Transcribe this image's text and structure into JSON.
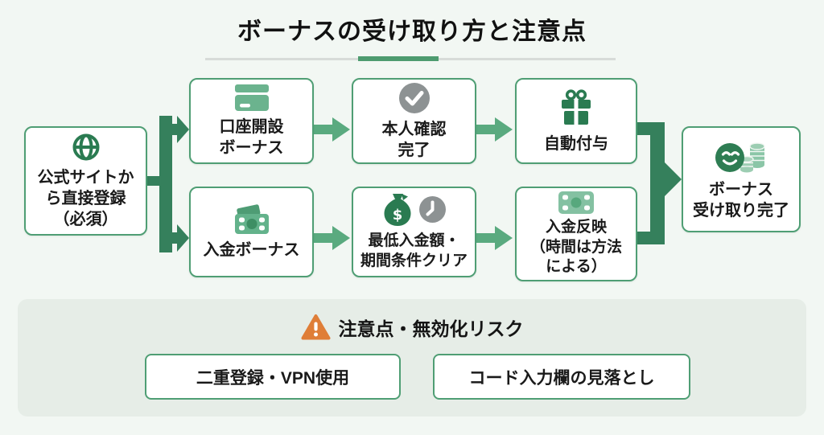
{
  "title": "ボーナスの受け取り方と注意点",
  "flow": {
    "start": {
      "label": "公式サイトか\nら直接登録\n（必須）",
      "icon": "globe-icon"
    },
    "top_path": [
      {
        "label": "口座開設\nボーナス",
        "icon": "credit-card-icon"
      },
      {
        "label": "本人確認\n完了",
        "icon": "check-circle-icon"
      },
      {
        "label": "自動付与",
        "icon": "gift-icon"
      }
    ],
    "bottom_path": [
      {
        "label": "入金ボーナス",
        "icon": "banknote-icon"
      },
      {
        "label": "最低入金額・\n期間条件クリア",
        "icon": "money-bag-icon + clock-icon"
      },
      {
        "label": "入金反映\n（時間は方法\nによる）",
        "icon": "cash-icon"
      }
    ],
    "end": {
      "label": "ボーナス\n受け取り完了",
      "icon": "smiley-coins-icon"
    }
  },
  "caution": {
    "heading": "注意点・無効化リスク",
    "icon": "warning-icon",
    "items": [
      {
        "label": "二重登録・VPN使用"
      },
      {
        "label": "コード入力欄の見落とし"
      }
    ]
  },
  "colors": {
    "page_bg": "#F2F7F3",
    "panel_bg": "#E6EDE7",
    "box_border_green": "#4F9E74",
    "connector_dark_green": "#35805C",
    "arrow_light_green": "#5AAA7F",
    "icon_dark_green": "#2A7B51",
    "icon_mid_green": "#6BB38E",
    "icon_light_green": "#84C1A2",
    "icon_gray": "#8D9293",
    "warning_orange": "#DF7E38",
    "underline_green": "#4D9B6F",
    "underline_gray": "#D7DBD8"
  }
}
